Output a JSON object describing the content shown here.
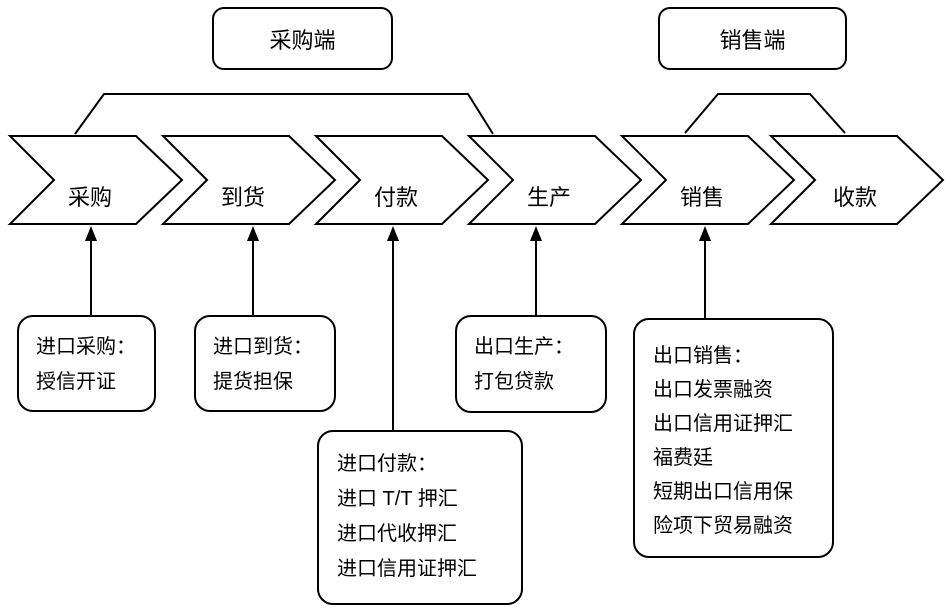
{
  "diagram": {
    "groups": {
      "procurement": {
        "label": "采购端"
      },
      "sales": {
        "label": "销售端"
      }
    },
    "stages": [
      {
        "label": "采购"
      },
      {
        "label": "到货"
      },
      {
        "label": "付款"
      },
      {
        "label": "生产"
      },
      {
        "label": "销售"
      },
      {
        "label": "收款"
      }
    ],
    "callouts": [
      {
        "title": "进口采购：",
        "lines": [
          "授信开证"
        ]
      },
      {
        "title": "进口到货：",
        "lines": [
          "提货担保"
        ]
      },
      {
        "title": "出口生产：",
        "lines": [
          "打包贷款"
        ]
      },
      {
        "title": "进口付款：",
        "lines": [
          "进口 T/T 押汇",
          "进口代收押汇",
          "进口信用证押汇"
        ]
      },
      {
        "title": "出口销售：",
        "lines": [
          "出口发票融资",
          "出口信用证押汇",
          "福费廷",
          "短期出口信用保",
          "险项下贸易融资"
        ]
      }
    ],
    "colors": {
      "stroke": "#000000",
      "background": "#ffffff"
    }
  }
}
